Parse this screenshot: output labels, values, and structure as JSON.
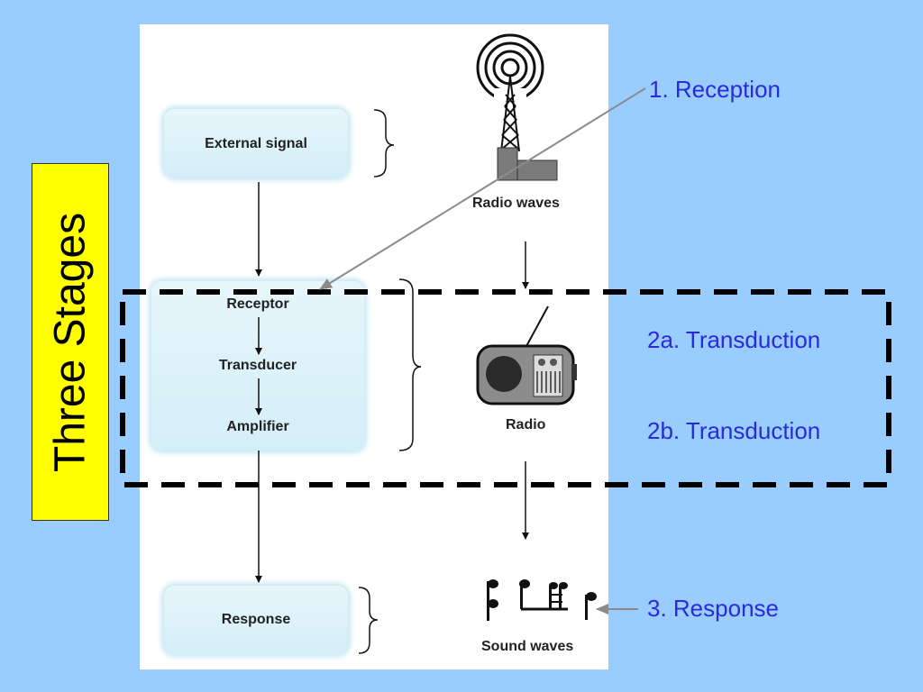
{
  "side_label": "Three Stages",
  "diagram": {
    "external_signal": "External signal",
    "receptor": "Receptor",
    "transducer": "Transducer",
    "amplifier": "Amplifier",
    "response": "Response",
    "radio_waves": "Radio waves",
    "radio": "Radio",
    "sound_waves": "Sound waves"
  },
  "callouts": {
    "reception": "1. Reception",
    "transduction_a": "2a. Transduction",
    "transduction_b": "2b. Transduction",
    "response": "3. Response"
  },
  "colors": {
    "background": "#99ccff",
    "callout_text": "#2a2ad8",
    "side_label_bg": "#ffff00",
    "dashed_frame": "#000000",
    "box_fill": "#dff2f9"
  }
}
